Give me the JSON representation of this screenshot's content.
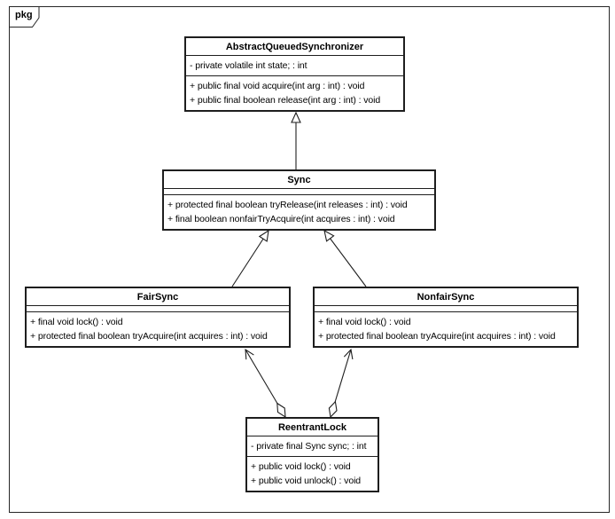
{
  "diagram": {
    "type": "uml-class-diagram",
    "package_label": "pkg"
  },
  "classes": {
    "abstract_queued_synchronizer": {
      "name": "AbstractQueuedSynchronizer",
      "attributes": [
        "- private volatile int state; : int"
      ],
      "methods": [
        "+ public final void acquire(int arg : int) : void",
        "+ public final boolean release(int arg : int) : void"
      ]
    },
    "sync": {
      "name": "Sync",
      "attributes": [],
      "methods": [
        "+ protected final boolean tryRelease(int releases : int) : void",
        "+ final boolean nonfairTryAcquire(int acquires : int) : void"
      ]
    },
    "fair_sync": {
      "name": "FairSync",
      "attributes": [],
      "methods": [
        "+ final void lock() : void",
        "+ protected final boolean tryAcquire(int acquires : int) : void"
      ]
    },
    "nonfair_sync": {
      "name": "NonfairSync",
      "attributes": [],
      "methods": [
        "+ final void lock() : void",
        "+ protected final boolean tryAcquire(int acquires : int) : void"
      ]
    },
    "reentrant_lock": {
      "name": "ReentrantLock",
      "attributes": [
        "- private final Sync sync; : int"
      ],
      "methods": [
        "+ public void lock() : void",
        "+ public void unlock() : void"
      ]
    }
  },
  "relationships": [
    {
      "from": "Sync",
      "to": "AbstractQueuedSynchronizer",
      "type": "generalization"
    },
    {
      "from": "FairSync",
      "to": "Sync",
      "type": "generalization"
    },
    {
      "from": "NonfairSync",
      "to": "Sync",
      "type": "generalization"
    },
    {
      "from": "ReentrantLock",
      "to": "FairSync",
      "type": "aggregation"
    },
    {
      "from": "ReentrantLock",
      "to": "NonfairSync",
      "type": "aggregation"
    }
  ],
  "colors": {
    "background": "#ffffff",
    "box_fill": "#ffffff",
    "stroke": "#1e1e1e",
    "text": "#000000"
  }
}
